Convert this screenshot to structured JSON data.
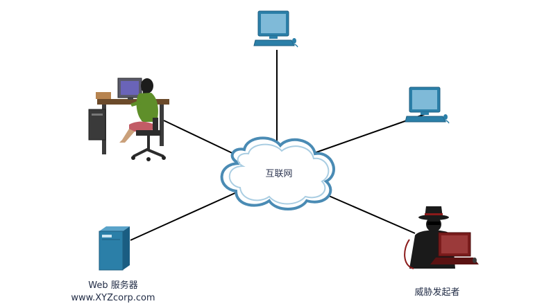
{
  "diagram": {
    "cloud_label": "互联网",
    "server": {
      "name": "Web 服务器",
      "url": "www.XYZcorp.com"
    },
    "attacker": {
      "label": "威胁发起者"
    },
    "colors": {
      "cloud_stroke": "#3f7fa6",
      "link": "#000000",
      "computer_body": "#2b7fa8",
      "computer_screen": "#7fbad8",
      "attacker_accent": "#8b1a1a"
    }
  }
}
